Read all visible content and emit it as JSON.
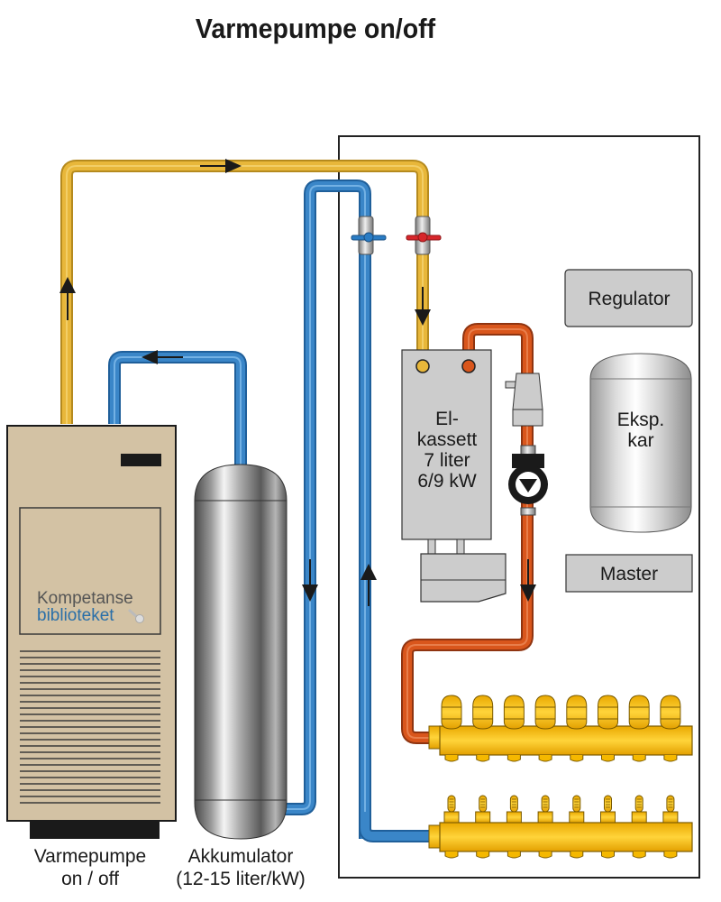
{
  "title": "Varmepumpe on/off",
  "components": {
    "heat_pump": {
      "caption_line1": "Varmepumpe",
      "caption_line2": "on / off",
      "logo_line1": "Kompetanse",
      "logo_line2": "biblioteket"
    },
    "accumulator": {
      "caption_line1": "Akkumulator",
      "caption_line2": "(12-15 liter/kW)"
    },
    "el_cassette": {
      "line1": "El-",
      "line2": "kassett",
      "line3": "7 liter",
      "line4": "6/9 kW"
    },
    "regulator": {
      "label": "Regulator"
    },
    "expansion_tank": {
      "line1": "Eksp.",
      "line2": "kar"
    },
    "master": {
      "label": "Master"
    }
  },
  "manifolds": {
    "supply_outlets": 8,
    "return_outlets": 8
  },
  "colors": {
    "hot_supply": "#e8b73a",
    "return": "#3a86c8",
    "heated_flow": "#d9561c",
    "valve_hot": "#d7262b",
    "valve_cold": "#2a7cc4",
    "manifold": "#f5b800",
    "heat_pump_body": "#d3c2a4",
    "panel_gray": "#cccccc"
  }
}
